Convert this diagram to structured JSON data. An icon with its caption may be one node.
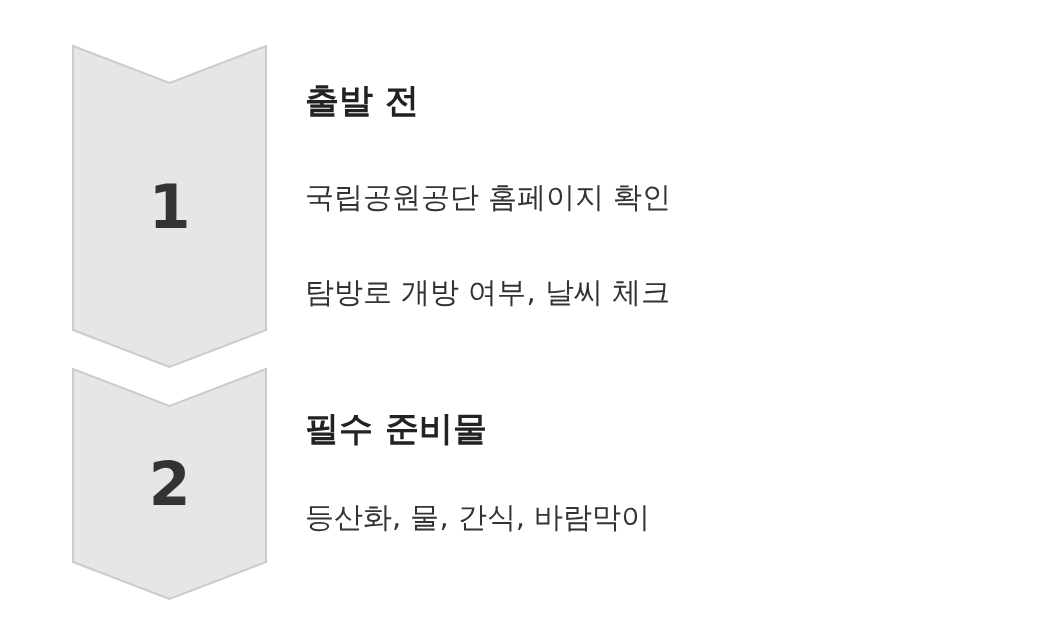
{
  "diagram": {
    "nodes": [
      {
        "text": [
          "1"
        ],
        "beside": [
          "출발 전",
          "국립공원공단 홈페이지 확인",
          "탐방로 개방 여부, 날씨 체크"
        ]
      },
      {
        "text": [
          "2"
        ],
        "beside": [
          "필수 준비물",
          "등산화, 물, 간식, 바람막이"
        ]
      }
    ]
  }
}
